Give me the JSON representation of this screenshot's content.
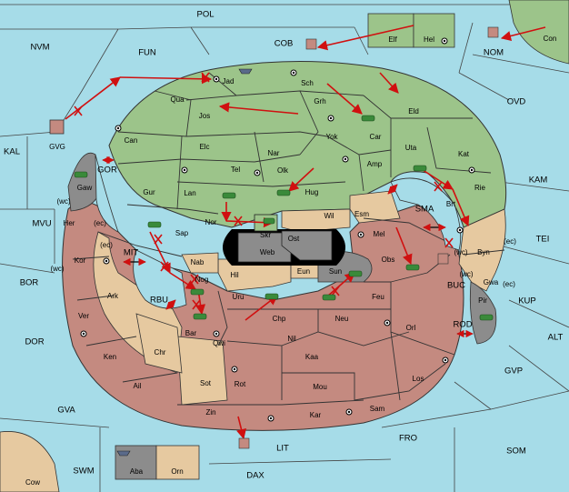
{
  "colors": {
    "sea": "#a6dce8",
    "land_green": "#9cc48a",
    "land_brown": "#c48a80",
    "land_tan": "#e6c9a0",
    "land_grey": "#8c8c8c",
    "land_black": "#000000",
    "order_red": "#d01010"
  },
  "sea_regions": [
    {
      "id": "pol",
      "label": "POL"
    },
    {
      "id": "nvm",
      "label": "NVM"
    },
    {
      "id": "fun",
      "label": "FUN"
    },
    {
      "id": "cob",
      "label": "COB"
    },
    {
      "id": "nom",
      "label": "NOM"
    },
    {
      "id": "ovd",
      "label": "OVD"
    },
    {
      "id": "kal",
      "label": "KAL"
    },
    {
      "id": "gor",
      "label": "GOR"
    },
    {
      "id": "kam",
      "label": "KAM"
    },
    {
      "id": "mvu",
      "label": "MVU"
    },
    {
      "id": "sma",
      "label": "SMA"
    },
    {
      "id": "tei",
      "label": "TEI"
    },
    {
      "id": "bor",
      "label": "BOR"
    },
    {
      "id": "mit",
      "label": "MIT"
    },
    {
      "id": "buc",
      "label": "BUC"
    },
    {
      "id": "kup",
      "label": "KUP"
    },
    {
      "id": "rbu",
      "label": "RBU"
    },
    {
      "id": "rod",
      "label": "ROD"
    },
    {
      "id": "dor",
      "label": "DOR"
    },
    {
      "id": "alt",
      "label": "ALT"
    },
    {
      "id": "gvp",
      "label": "GVP"
    },
    {
      "id": "gva",
      "label": "GVA"
    },
    {
      "id": "lit",
      "label": "LIT"
    },
    {
      "id": "fro",
      "label": "FRO"
    },
    {
      "id": "som",
      "label": "SOM"
    },
    {
      "id": "swm",
      "label": "SWM"
    },
    {
      "id": "dax",
      "label": "DAX"
    }
  ],
  "provinces": [
    {
      "id": "jad",
      "label": "Jad"
    },
    {
      "id": "sch",
      "label": "Sch"
    },
    {
      "id": "qua",
      "label": "Qua"
    },
    {
      "id": "jos",
      "label": "Jos"
    },
    {
      "id": "grh",
      "label": "Grh"
    },
    {
      "id": "eld",
      "label": "Eld"
    },
    {
      "id": "can",
      "label": "Can"
    },
    {
      "id": "car",
      "label": "Car"
    },
    {
      "id": "yok",
      "label": "Yok"
    },
    {
      "id": "elc",
      "label": "Elc"
    },
    {
      "id": "nar",
      "label": "Nar"
    },
    {
      "id": "uta",
      "label": "Uta"
    },
    {
      "id": "kat",
      "label": "Kat"
    },
    {
      "id": "tel",
      "label": "Tel"
    },
    {
      "id": "olk",
      "label": "Olk"
    },
    {
      "id": "amp",
      "label": "Amp"
    },
    {
      "id": "gur",
      "label": "Gur"
    },
    {
      "id": "lan",
      "label": "Lan"
    },
    {
      "id": "hug",
      "label": "Hug"
    },
    {
      "id": "rie",
      "label": "Rie"
    },
    {
      "id": "gaw",
      "label": "Gaw"
    },
    {
      "id": "wil",
      "label": "Wil"
    },
    {
      "id": "esm",
      "label": "Esm"
    },
    {
      "id": "brt",
      "label": "Brt"
    },
    {
      "id": "nor",
      "label": "Nor"
    },
    {
      "id": "skr",
      "label": "Skr"
    },
    {
      "id": "ost",
      "label": "Ost"
    },
    {
      "id": "sap",
      "label": "Sap"
    },
    {
      "id": "web",
      "label": "Web"
    },
    {
      "id": "mel",
      "label": "Mel"
    },
    {
      "id": "her",
      "label": "Her"
    },
    {
      "id": "byn",
      "label": "Byn"
    },
    {
      "id": "kor",
      "label": "Kor"
    },
    {
      "id": "nab",
      "label": "Nab"
    },
    {
      "id": "eun",
      "label": "Eun"
    },
    {
      "id": "obs",
      "label": "Obs"
    },
    {
      "id": "hil",
      "label": "Hil"
    },
    {
      "id": "sun",
      "label": "Sun"
    },
    {
      "id": "gwa",
      "label": "Gwa"
    },
    {
      "id": "ark",
      "label": "Ark"
    },
    {
      "id": "nog",
      "label": "Nog"
    },
    {
      "id": "uru",
      "label": "Uru"
    },
    {
      "id": "feu",
      "label": "Feu"
    },
    {
      "id": "pir",
      "label": "Pir"
    },
    {
      "id": "ver",
      "label": "Ver"
    },
    {
      "id": "chp",
      "label": "Chp"
    },
    {
      "id": "neu",
      "label": "Neu"
    },
    {
      "id": "bar",
      "label": "Bar"
    },
    {
      "id": "qwi",
      "label": "Qwi"
    },
    {
      "id": "nil",
      "label": "Nil"
    },
    {
      "id": "orl",
      "label": "Orl"
    },
    {
      "id": "ken",
      "label": "Ken"
    },
    {
      "id": "chr",
      "label": "Chr"
    },
    {
      "id": "kaa",
      "label": "Kaa"
    },
    {
      "id": "los",
      "label": "Los"
    },
    {
      "id": "ail",
      "label": "Ail"
    },
    {
      "id": "sot",
      "label": "Sot"
    },
    {
      "id": "rot",
      "label": "Rot"
    },
    {
      "id": "mou",
      "label": "Mou"
    },
    {
      "id": "sam",
      "label": "Sam"
    },
    {
      "id": "zin",
      "label": "Zin"
    },
    {
      "id": "kar",
      "label": "Kar"
    },
    {
      "id": "elf",
      "label": "Elf"
    },
    {
      "id": "hel",
      "label": "Hel"
    },
    {
      "id": "con",
      "label": "Con"
    },
    {
      "id": "gvg",
      "label": "GVG"
    },
    {
      "id": "aba",
      "label": "Aba"
    },
    {
      "id": "orn",
      "label": "Orn"
    },
    {
      "id": "cow",
      "label": "Cow"
    }
  ],
  "coast_marks": {
    "wc": "(wc)",
    "ec": "(ec)"
  },
  "legend": {}
}
